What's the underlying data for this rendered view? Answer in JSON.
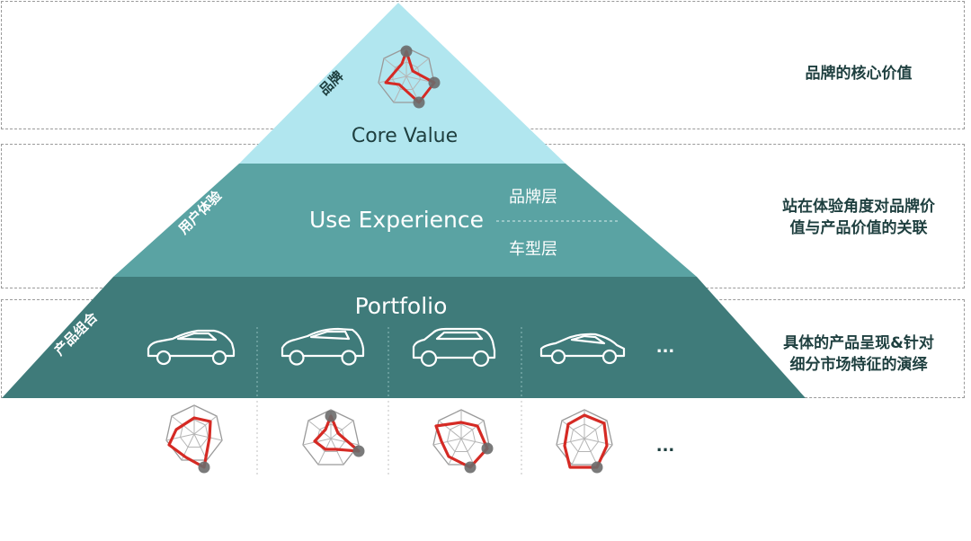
{
  "layers": {
    "top": {
      "rotated_label": "品牌",
      "center_title": "Core Value",
      "side_text": "品牌的核心价值",
      "color": "#b1e6ef"
    },
    "middle": {
      "rotated_label": "用户体验",
      "center_title": "Use Experience",
      "sub_top": "品牌层",
      "sub_bottom": "车型层",
      "side_line1": "站在体验角度对品牌价",
      "side_line2": "值与产品价值的关联",
      "color": "#5aa3a3"
    },
    "bottom": {
      "rotated_label": "产品组合",
      "center_title": "Portfolio",
      "ellipsis": "...",
      "side_line1": "具体的产品呈现&针对",
      "side_line2": "细分市场特征的演绎",
      "color": "#3f7b7a"
    }
  },
  "vehicles": [
    "hatchback-car-icon",
    "compact-car-icon",
    "suv-icon",
    "sedan-icon"
  ],
  "radar_row_ellipsis": "...",
  "colors": {
    "radar_line": "#d52a24",
    "radar_dot": "#6b6b6b",
    "radar_grid": "#9a9a9a"
  }
}
